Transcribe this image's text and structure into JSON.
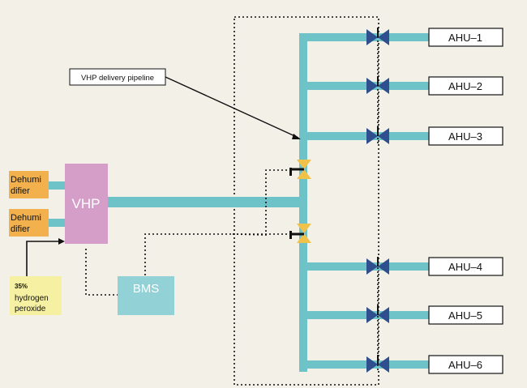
{
  "components": {
    "vhp": "VHP",
    "bms": "BMS",
    "dehumidifier_1": [
      "Dehumi",
      "difier"
    ],
    "dehumidifier_2": [
      "Dehumi",
      "difier"
    ],
    "peroxide": [
      "35%",
      "hydrogen",
      "peroxide"
    ]
  },
  "callout": "VHP delivery pipeline",
  "ahus": [
    "AHU–1",
    "AHU–2",
    "AHU–3",
    "AHU–4",
    "AHU–5",
    "AHU–6"
  ],
  "colors": {
    "background": "#f3f0e8",
    "pipe": "#6ec3c9",
    "vhp_box": "#d49ec9",
    "bms_box": "#92d1d6",
    "dehumidifier": "#f3b14e",
    "peroxide": "#f6f1a2",
    "valve_blue": "#2f4f8f",
    "valve_yellow": "#f0c24a"
  }
}
